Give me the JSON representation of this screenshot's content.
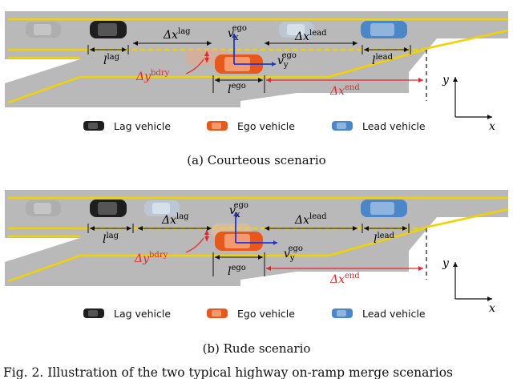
{
  "colors": {
    "road": "#b9b9b9",
    "lane_line": "#f2d200",
    "edge_line": "#ffffff",
    "annotation_red": "#e8262a",
    "arrow_blue": "#1a37e0",
    "lag_vehicle": "#1e1e1e",
    "ego_vehicle": "#e8581a",
    "lead_vehicle": "#4a86c8",
    "ghost_vehicle": "#a9a9a9"
  },
  "legend": {
    "lag": "Lag vehicle",
    "ego": "Ego vehicle",
    "lead": "Lead vehicle"
  },
  "labels": {
    "l_lag": "l",
    "l_lag_sup": "lag",
    "dx_lag": "Δx",
    "dx_lag_sup": "lag",
    "vx": "v",
    "vx_sub": "x",
    "vx_sup": "ego",
    "vy": "v",
    "vy_sub": "y",
    "vy_sup": "ego",
    "dx_lead": "Δx",
    "dx_lead_sup": "lead",
    "l_lead": "l",
    "l_lead_sup": "lead",
    "dy_bdry": "Δy",
    "dy_bdry_sup": "bdry",
    "l_ego": "l",
    "l_ego_sup": "ego",
    "dx_end": "Δx",
    "dx_end_sup": "end",
    "axis_y": "y",
    "axis_x": "x"
  },
  "panels": [
    {
      "id": "courteous",
      "caption": "(a) Courteous scenario"
    },
    {
      "id": "rude",
      "caption": "(b) Rude scenario"
    }
  ],
  "figure_caption": "Fig. 2.   Illustration of the two typical highway on-ramp merge scenarios"
}
